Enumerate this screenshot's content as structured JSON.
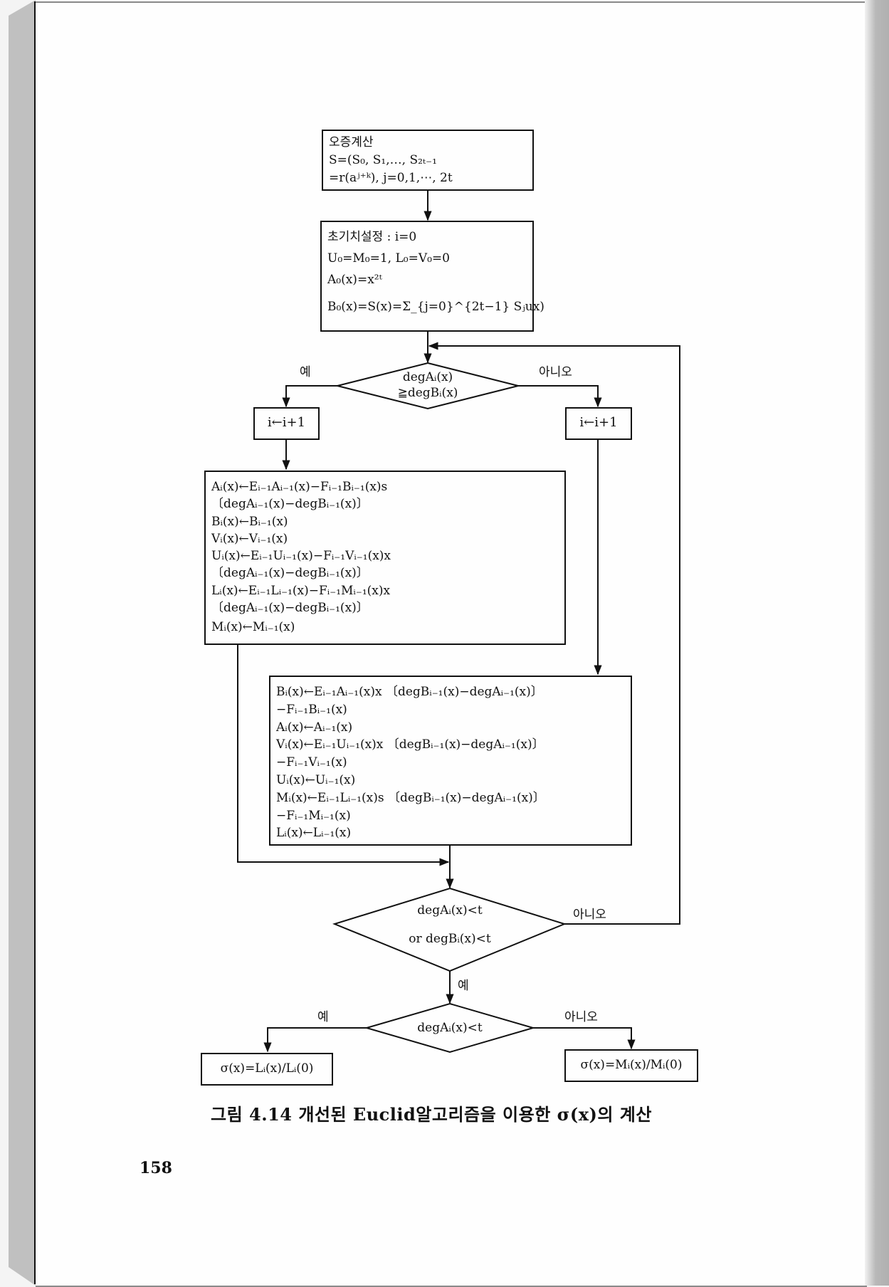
{
  "figure": {
    "caption": "그림 4.14  개선된 Euclid알고리즘을 이용한 σ(x)의 계산",
    "page_number": "158"
  },
  "nodes": {
    "syndrome": {
      "lines": [
        "오증계산",
        "S=(S₀, S₁,…, S₂ₜ₋₁",
        "=r(aʲ⁺ᵏ), j=0,1,⋯, 2t"
      ]
    },
    "init": {
      "lines": [
        "초기치설정 :  i=0",
        "U₀=M₀=1,  L₀=V₀=0",
        "A₀(x)=x²ᵗ",
        "B₀(x)=S(x)=Σ_{j=0}^{2t−1} Sⱼux)"
      ]
    },
    "decision1": {
      "lines": [
        "degAᵢ(x)",
        "≧degBᵢ(x)"
      ],
      "yes": "예",
      "no": "아니오"
    },
    "inc_left": {
      "text": "i←i+1"
    },
    "inc_right": {
      "text": "i←i+1"
    },
    "update_left": {
      "lines": [
        "Aᵢ(x)←Eᵢ₋₁Aᵢ₋₁(x)−Fᵢ₋₁Bᵢ₋₁(x)s",
        "〔degAᵢ₋₁(x)−degBᵢ₋₁(x)〕",
        "Bᵢ(x)←Bᵢ₋₁(x)",
        "Vᵢ(x)←Vᵢ₋₁(x)",
        "Uᵢ(x)←Eᵢ₋₁Uᵢ₋₁(x)−Fᵢ₋₁Vᵢ₋₁(x)x",
        "〔degAᵢ₋₁(x)−degBᵢ₋₁(x)〕",
        "Lᵢ(x)←Eᵢ₋₁Lᵢ₋₁(x)−Fᵢ₋₁Mᵢ₋₁(x)x",
        "〔degAᵢ₋₁(x)−degBᵢ₋₁(x)〕",
        "Mᵢ(x)←Mᵢ₋₁(x)"
      ]
    },
    "update_right": {
      "lines": [
        "Bᵢ(x)←Eᵢ₋₁Aᵢ₋₁(x)x 〔degBᵢ₋₁(x)−degAᵢ₋₁(x)〕",
        "−Fᵢ₋₁Bᵢ₋₁(x)",
        "Aᵢ(x)←Aᵢ₋₁(x)",
        "Vᵢ(x)←Eᵢ₋₁Uᵢ₋₁(x)x 〔degBᵢ₋₁(x)−degAᵢ₋₁(x)〕",
        "−Fᵢ₋₁Vᵢ₋₁(x)",
        "Uᵢ(x)←Uᵢ₋₁(x)",
        "Mᵢ(x)←Eᵢ₋₁Lᵢ₋₁(x)s 〔degBᵢ₋₁(x)−degAᵢ₋₁(x)〕",
        "−Fᵢ₋₁Mᵢ₋₁(x)",
        "Lᵢ(x)←Lᵢ₋₁(x)"
      ]
    },
    "decision2": {
      "lines": [
        "degAᵢ(x)<t",
        "or degBᵢ(x)<t"
      ],
      "yes": "예",
      "no": "아니오"
    },
    "decision3": {
      "lines": [
        "degAᵢ(x)<t"
      ],
      "yes": "예",
      "no": "아니오"
    },
    "result_left": {
      "text": "σ(x)=Lᵢ(x)/Lᵢ(0)"
    },
    "result_right": {
      "text": "σ(x)=Mᵢ(x)/Mᵢ(0)"
    }
  }
}
